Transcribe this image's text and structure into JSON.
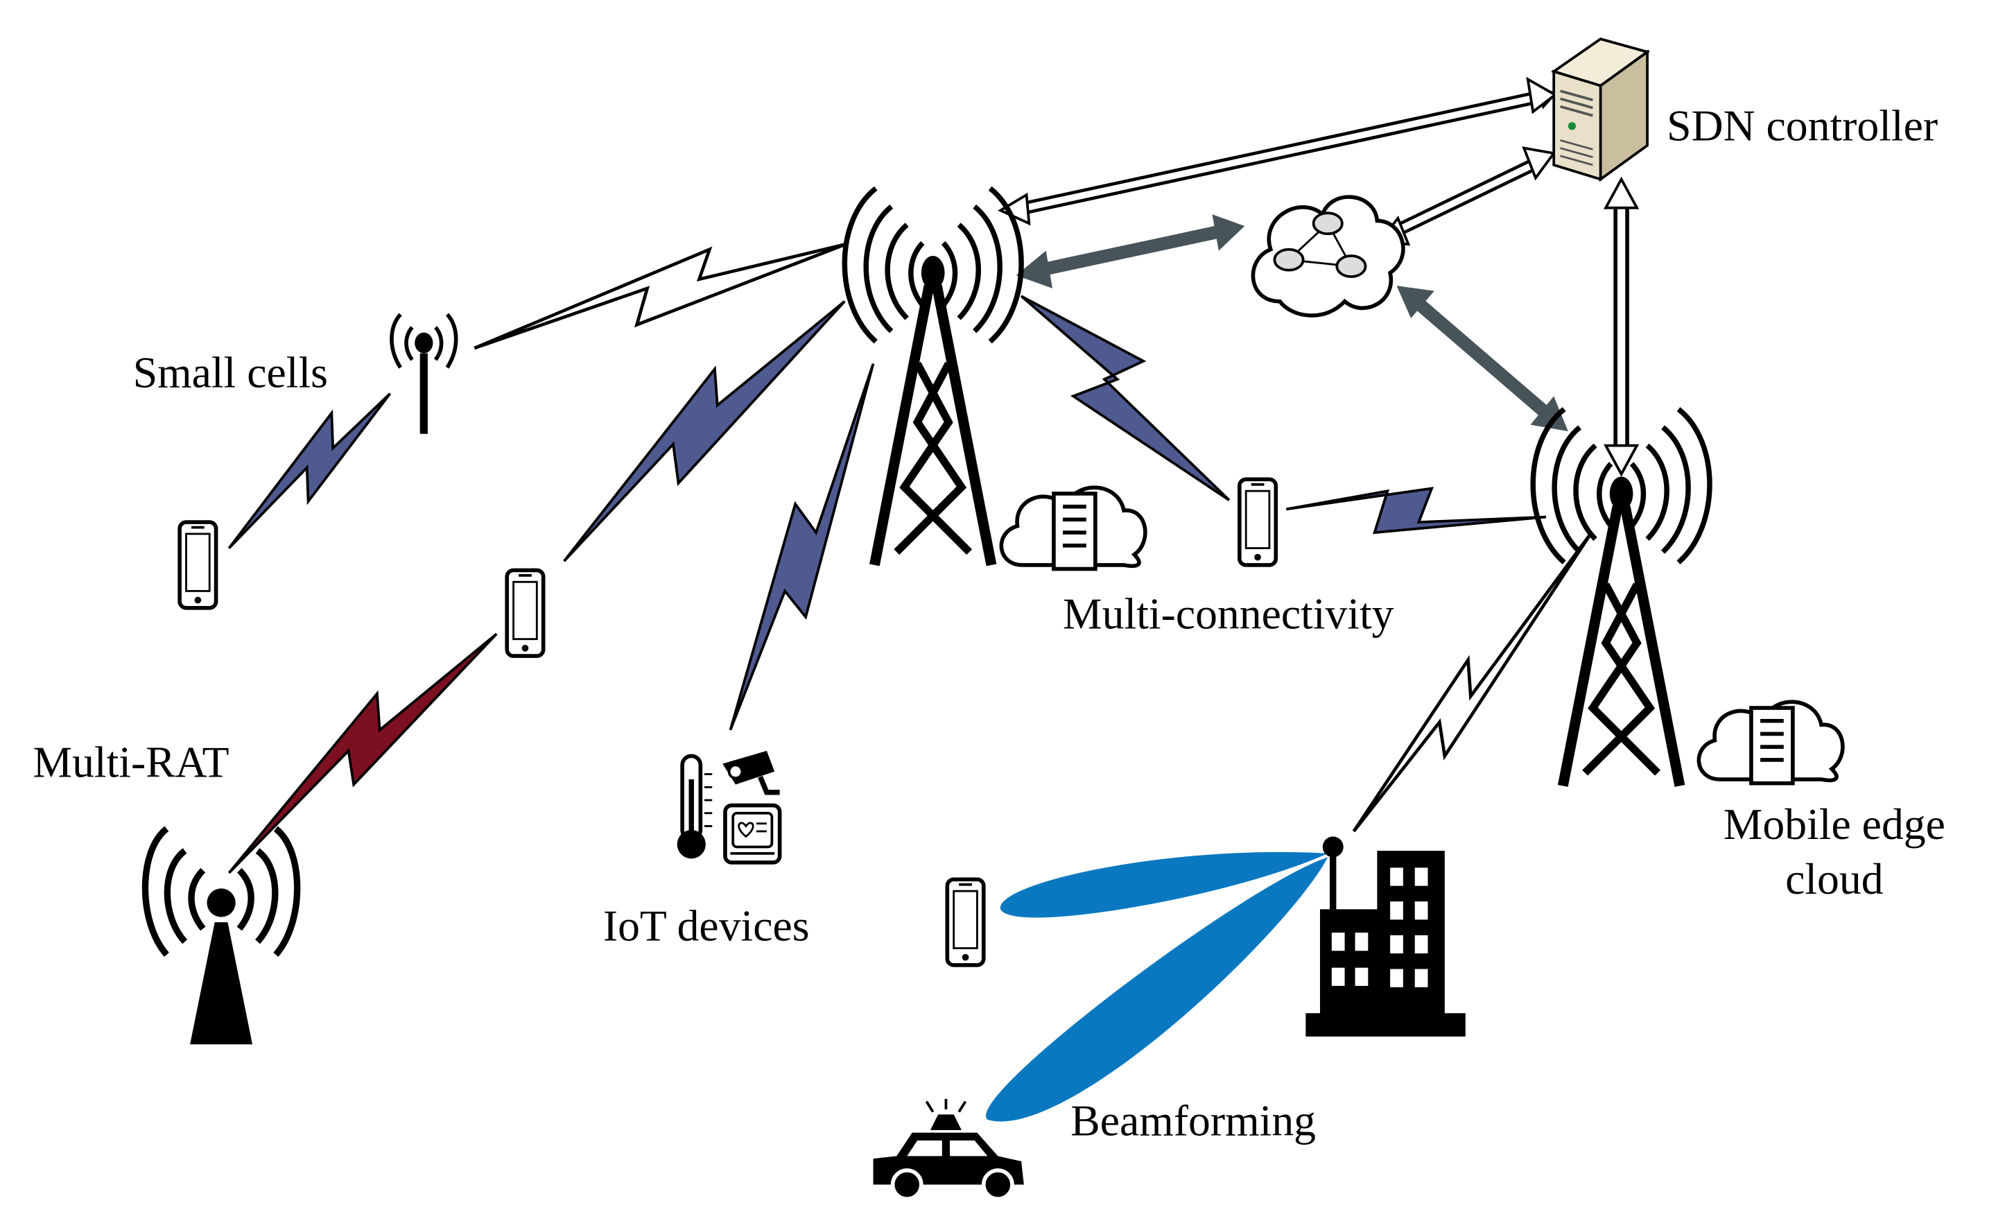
{
  "labels": {
    "sdn_controller": "SDN controller",
    "small_cells": "Small cells",
    "multi_rat": "Multi-RAT",
    "iot_devices": "IoT devices",
    "multi_connectivity": "Multi-connectivity",
    "mobile_edge_cloud_line1": "Mobile edge",
    "mobile_edge_cloud_line2": "cloud",
    "beamforming": "Beamforming"
  },
  "colors": {
    "link_purple": "#4f5a90",
    "link_red": "#7d1020",
    "beam_blue": "#0a78c0",
    "core_arrow": "#48545a",
    "server_body": "#e8e0c8"
  }
}
